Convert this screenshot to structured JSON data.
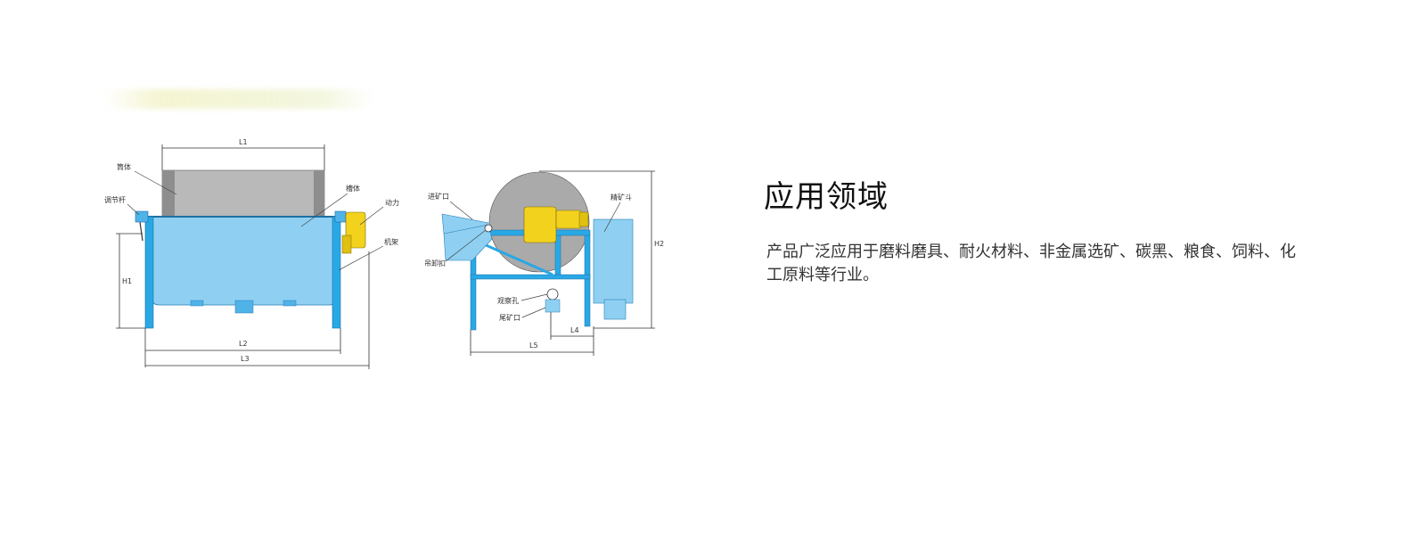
{
  "diagram": {
    "front_view": {
      "labels": {
        "drum": "筒体",
        "adjust_rod": "调节杆",
        "tank": "槽体",
        "power": "动力",
        "frame": "机架"
      },
      "dimensions": {
        "l1": "L1",
        "h1": "H1",
        "l2": "L2",
        "l3": "L3"
      }
    },
    "side_view": {
      "labels": {
        "feed_port": "进矿口",
        "lifting_buckle": "吊卸扣",
        "observation_hole": "观察孔",
        "tailings_port": "尾矿口",
        "concentrate_hopper": "精矿斗"
      },
      "dimensions": {
        "h2": "H2",
        "l4": "L4",
        "l5": "L5"
      }
    },
    "colors": {
      "frame_blue": "#29a8e6",
      "tank_blue": "#8fd0f2",
      "drum_grey": "#b5b5b5",
      "motor_yellow": "#f3d21e"
    }
  },
  "application": {
    "title": "应用领域",
    "description": "产品广泛应用于磨料磨具、耐火材料、非金属选矿、碳黑、粮食、饲料、化工原料等行业。"
  }
}
